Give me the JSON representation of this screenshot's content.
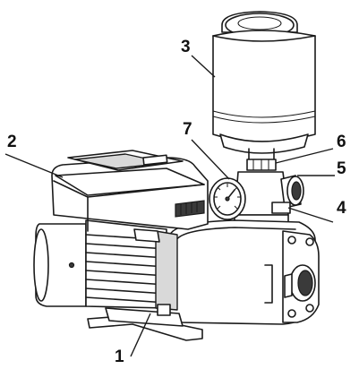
{
  "callouts": [
    {
      "id": "callout-1",
      "number": "1"
    },
    {
      "id": "callout-2",
      "number": "2"
    },
    {
      "id": "callout-3",
      "number": "3"
    },
    {
      "id": "callout-4",
      "number": "4"
    },
    {
      "id": "callout-5",
      "number": "5"
    },
    {
      "id": "callout-6",
      "number": "6"
    },
    {
      "id": "callout-7",
      "number": "7"
    }
  ],
  "colors": {
    "outline": "#1a1a1a",
    "fill": "#ffffff",
    "shade": "#d9d9d9"
  }
}
